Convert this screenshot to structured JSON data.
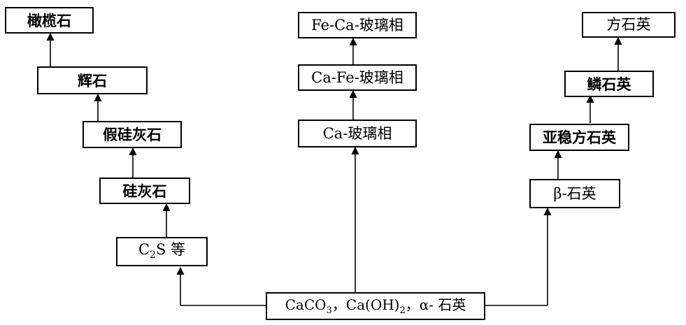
{
  "left_chain": {
    "olivine": "橄榄石",
    "pyroxene": "辉石",
    "pseudowollastonite": "假硅灰石",
    "wollastonite": "硅灰石",
    "c2s_prefix": "C",
    "c2s_sub": "2",
    "c2s_suffix": "S 等"
  },
  "middle_chain": {
    "fe_ca_glass": "Fe-Ca-玻璃相",
    "ca_fe_glass": "Ca-Fe-玻璃相",
    "ca_glass": "Ca-玻璃相"
  },
  "right_chain": {
    "cristobalite": "方石英",
    "tridymite": "鳞石英",
    "metastable_cristobalite": "亚稳方石英",
    "beta_quartz": "β-石英"
  },
  "source": {
    "caco_prefix": "CaCO",
    "caco_sub": "3",
    "sep1": "，Ca(OH)",
    "oh_sub": "2",
    "sep2": "，α- 石英"
  }
}
